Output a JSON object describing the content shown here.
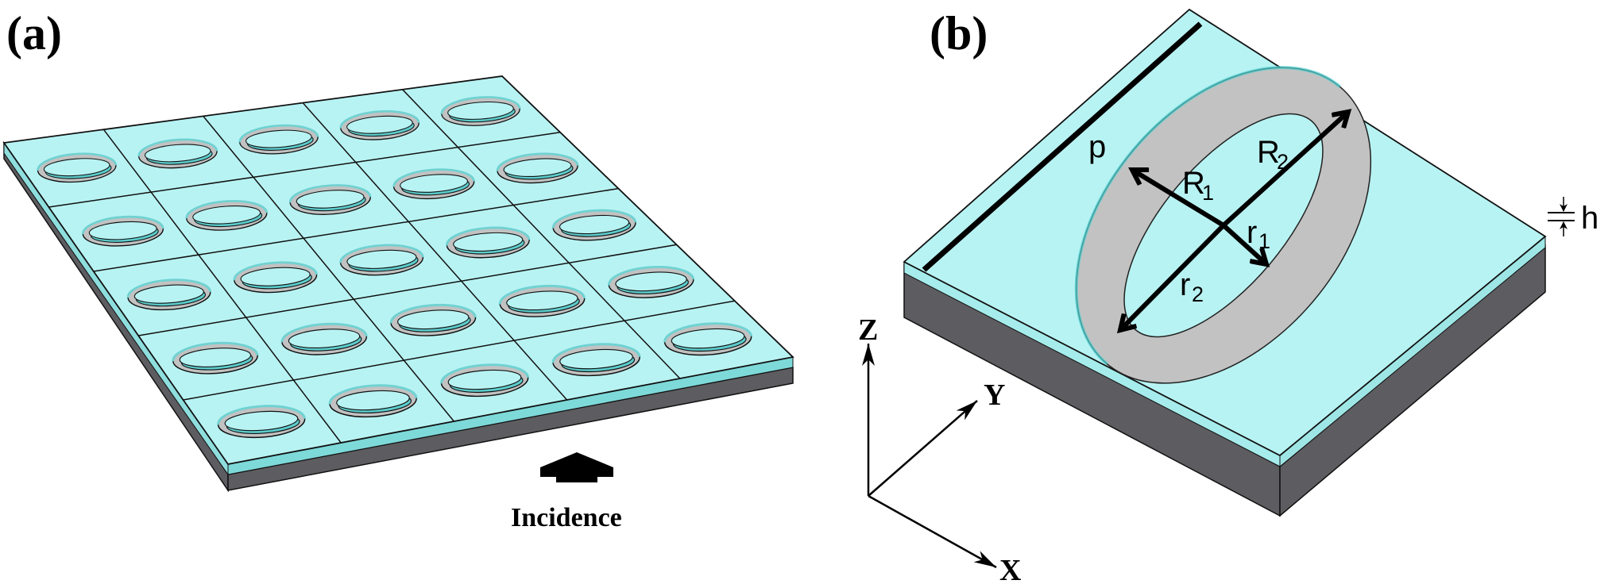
{
  "panel_a": {
    "label": "(a)",
    "grid_rows": 5,
    "grid_cols": 5,
    "incidence_label": "Incidence"
  },
  "panel_b": {
    "label": "(b)",
    "dimensions": {
      "p": "p",
      "R": "R",
      "R1_sub": "1",
      "R2_sub": "2",
      "r": "r",
      "r1_sub": "1",
      "r2_sub": "2",
      "h": "h"
    },
    "axes": {
      "x": "X",
      "y": "Y",
      "z": "Z"
    }
  },
  "colors": {
    "top_face": "#b8f3f3",
    "side_face": "#5d5c60",
    "cyan_edge": "#6fd2d2",
    "groove": "#c2c2c2",
    "outline": "#1a1a1a"
  }
}
